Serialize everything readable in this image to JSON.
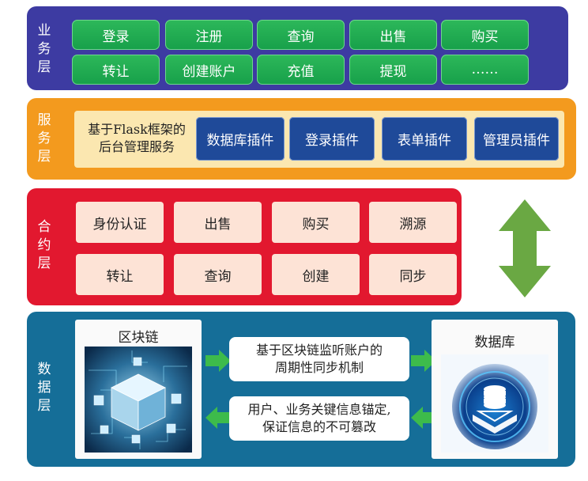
{
  "business_layer": {
    "label_chars": [
      "业",
      "务",
      "层"
    ],
    "row1": [
      "登录",
      "注册",
      "查询",
      "出售",
      "购买"
    ],
    "row2": [
      "转让",
      "创建账户",
      "充值",
      "提现",
      "……"
    ]
  },
  "service_layer": {
    "label_chars": [
      "服",
      "务",
      "层"
    ],
    "backend_line1": "基于Flask框架的",
    "backend_line2": "后台管理服务",
    "plugins": [
      "数据库插件",
      "登录插件",
      "表单插件",
      "管理员插件"
    ]
  },
  "contract_layer": {
    "label_chars": [
      "合",
      "约",
      "层"
    ],
    "row1": [
      "身份认证",
      "出售",
      "购买",
      "溯源"
    ],
    "row2": [
      "转让",
      "查询",
      "创建",
      "同步"
    ]
  },
  "data_layer": {
    "label_chars": [
      "数",
      "据",
      "层"
    ],
    "blockchain_title": "区块链",
    "database_title": "数据库",
    "sync_line1": "基于区块链监听账户的",
    "sync_line2": "周期性同步机制",
    "anchor_line1": "用户、业务关键信息锚定,",
    "anchor_line2": "保证信息的不可篡改"
  },
  "colors": {
    "business": "#3d3ba2",
    "service": "#f39a1e",
    "contract": "#e2182f",
    "data": "#156e98",
    "green_button": "#17a04a",
    "blue_button": "#1f4a99",
    "arrow": "#6aa843"
  }
}
